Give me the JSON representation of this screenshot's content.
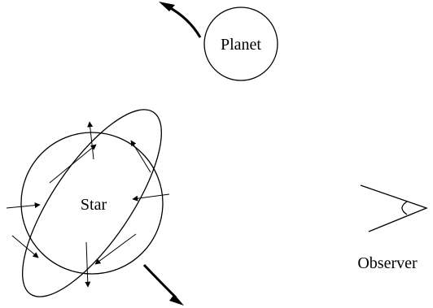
{
  "labels": {
    "planet": "Planet",
    "star": "Star",
    "observer": "Observer"
  },
  "colors": {
    "stroke": "#000000",
    "background": "#ffffff"
  }
}
